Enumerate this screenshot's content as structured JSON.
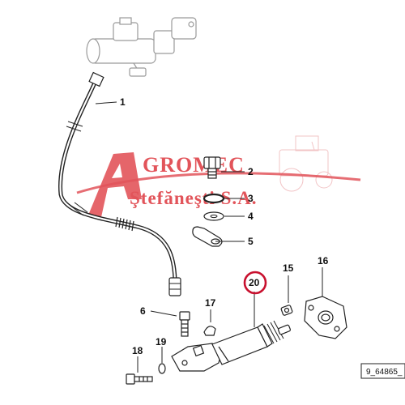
{
  "diagram": {
    "watermark": {
      "line1": "GROMEC",
      "line2": "Ştefăneşti  S.A.",
      "color": "#e2545a"
    },
    "callouts": [
      "1",
      "2",
      "3",
      "4",
      "5",
      "6",
      "15",
      "16",
      "17",
      "18",
      "19",
      "20"
    ],
    "highlighted_callout": "20",
    "highlight_color": "#c8102e",
    "reference_code": "9_64865_"
  }
}
